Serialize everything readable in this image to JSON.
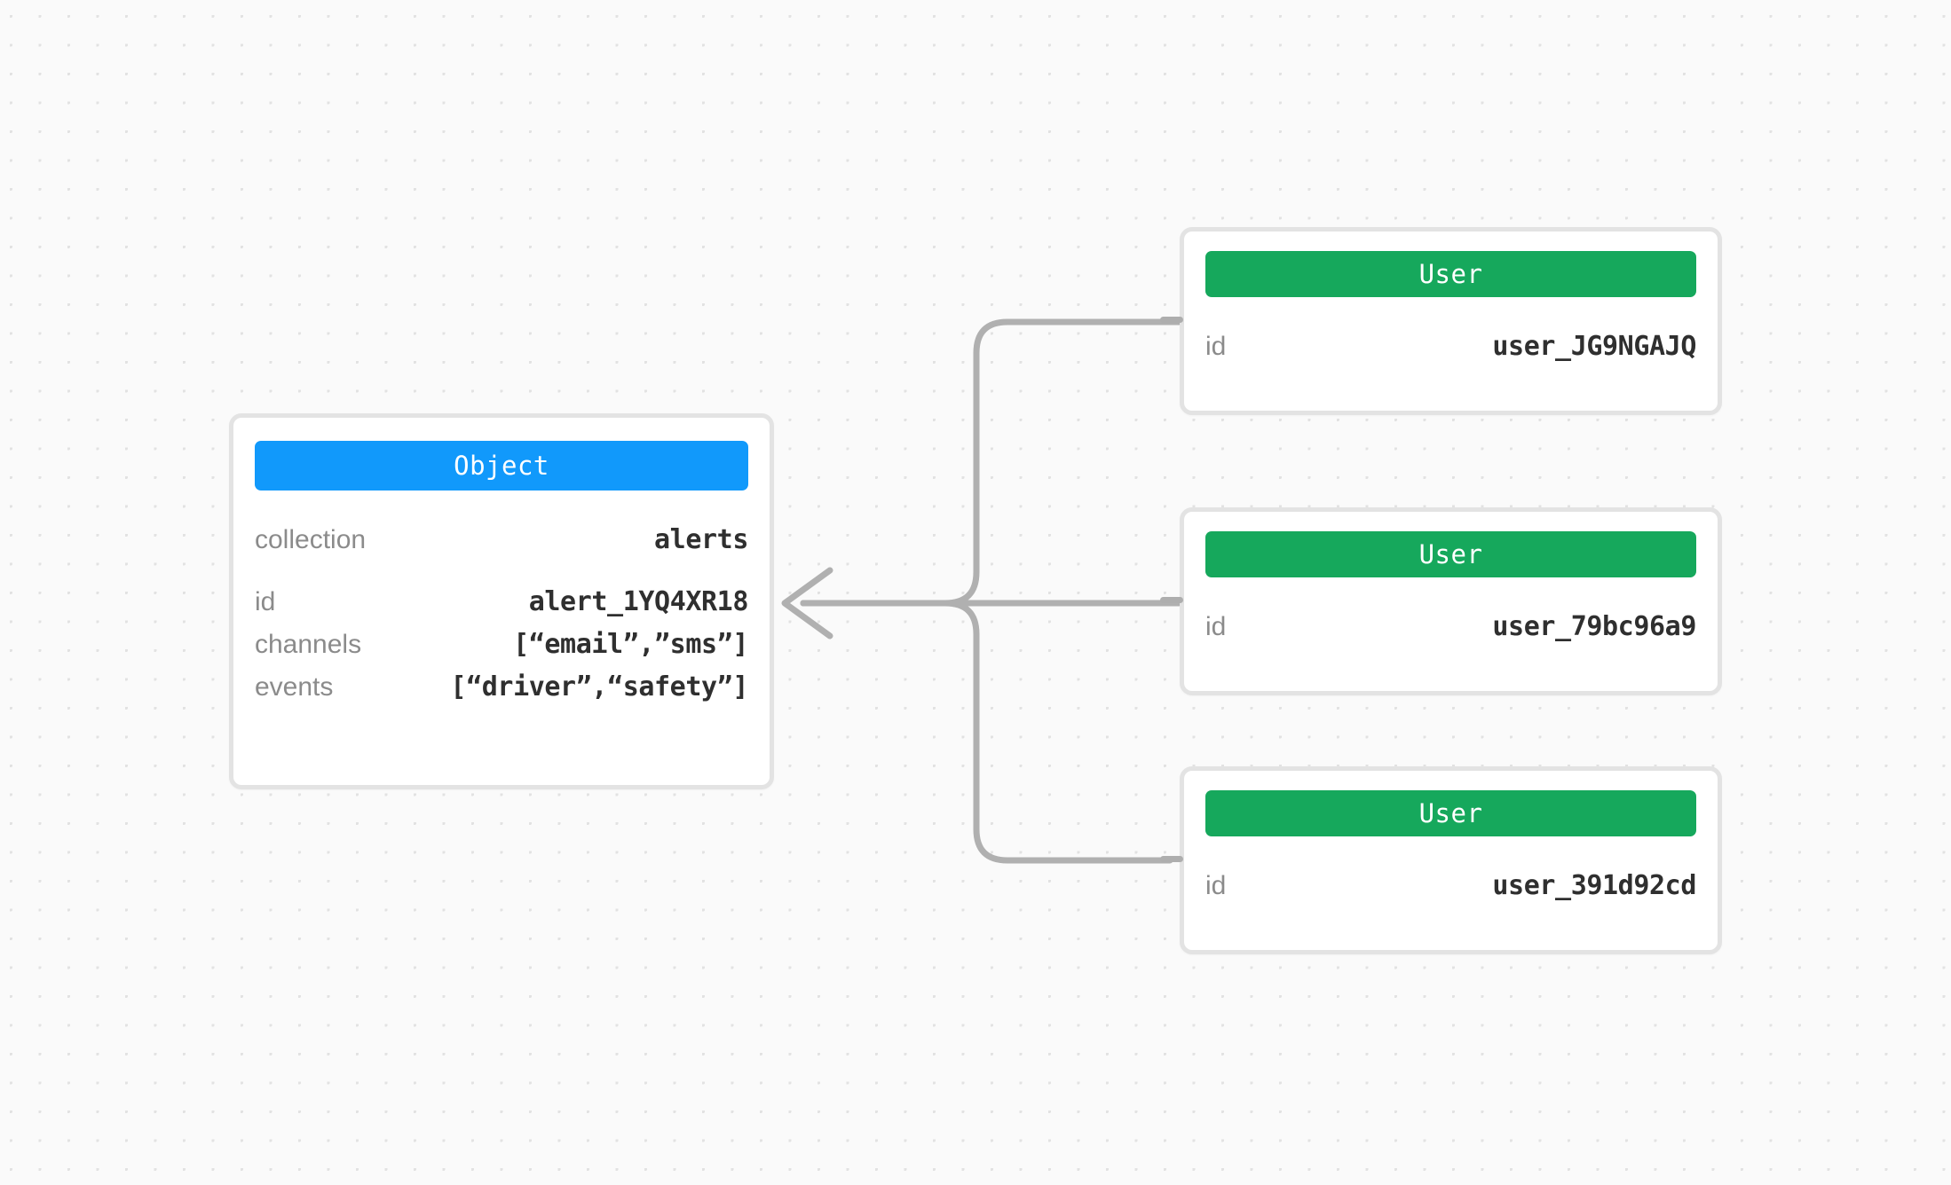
{
  "canvas": {
    "background_color": "#fafafa",
    "dot_color": "#e2e2e2",
    "edge_color": "#b0b0b0"
  },
  "object_node": {
    "header": "Object",
    "header_color": "#1199fb",
    "rows": [
      {
        "label": "collection",
        "value": "alerts"
      },
      {
        "label": "id",
        "value": "alert_1YQ4XR18"
      },
      {
        "label": "channels",
        "value": "[“email”,”sms”]"
      },
      {
        "label": "events",
        "value": "[“driver”,“safety”]"
      }
    ]
  },
  "user_nodes": [
    {
      "header": "User",
      "header_color": "#16a85c",
      "rows": [
        {
          "label": "id",
          "value": "user_JG9NGAJQ"
        }
      ]
    },
    {
      "header": "User",
      "header_color": "#16a85c",
      "rows": [
        {
          "label": "id",
          "value": "user_79bc96a9"
        }
      ]
    },
    {
      "header": "User",
      "header_color": "#16a85c",
      "rows": [
        {
          "label": "id",
          "value": "user_391d92cd"
        }
      ]
    }
  ]
}
